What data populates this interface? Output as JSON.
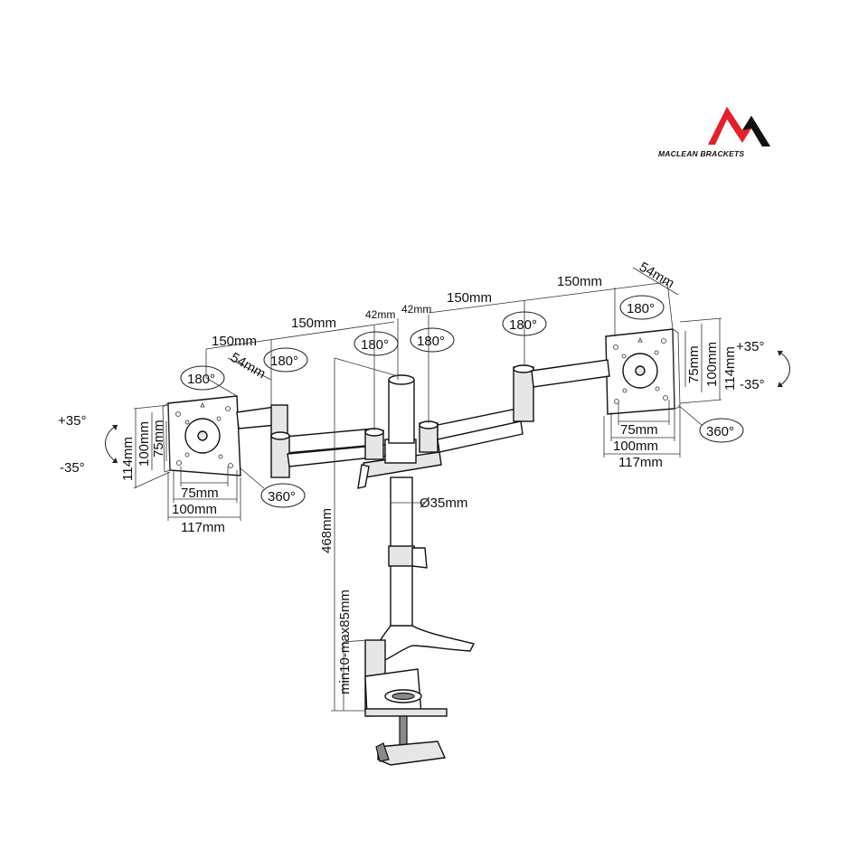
{
  "brand": {
    "name": "MACLEAN BRACKETS",
    "accent_color": "#e3202a",
    "dark_color": "#111111"
  },
  "left_panel": {
    "tilt_up": "+35°",
    "tilt_down": "-35°",
    "height": "114mm",
    "vesa_h1": "100mm",
    "vesa_h2": "75mm",
    "vesa_w1": "75mm",
    "vesa_w2": "100mm",
    "width": "117mm",
    "rotation": "360°",
    "swivel": "180°"
  },
  "right_panel": {
    "tilt_up": "+35°",
    "tilt_down": "-35°",
    "height": "114mm",
    "vesa_h1": "100mm",
    "vesa_h2": "75mm",
    "vesa_w1": "75mm",
    "vesa_w2": "100mm",
    "width": "117mm",
    "rotation": "360°",
    "swivel": "180°"
  },
  "arms": {
    "left_outer": "150mm",
    "left_inner": "150mm",
    "left_depth": "54mm",
    "left_gap": "42mm",
    "right_gap": "42mm",
    "right_inner": "150mm",
    "right_outer": "150mm",
    "right_depth": "54mm",
    "swivel_left_1": "180°",
    "swivel_left_2": "180°",
    "swivel_right_1": "180°",
    "swivel_right_2": "180°"
  },
  "pole": {
    "diameter": "Ø35mm",
    "height": "468mm",
    "desk_range": "min10-max85mm"
  }
}
